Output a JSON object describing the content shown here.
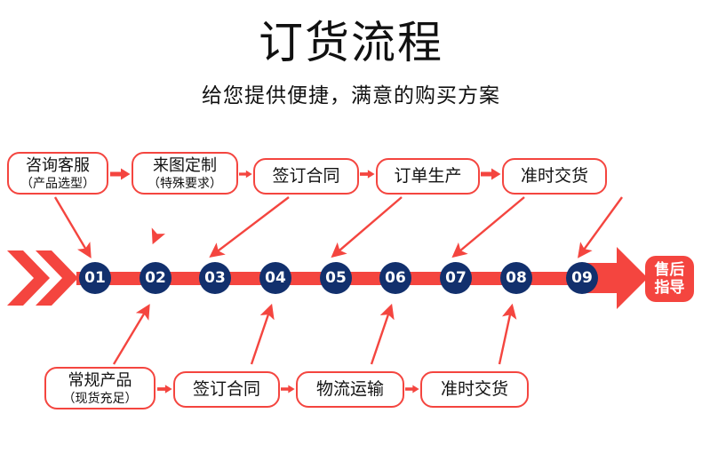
{
  "header": {
    "title": "订货流程",
    "subtitle": "给您提供便捷，满意的购买方案"
  },
  "colors": {
    "accent_red": "#f4453f",
    "node_navy": "#12306d",
    "text": "#111111",
    "background": "#ffffff"
  },
  "top_row": {
    "steps": [
      {
        "main": "咨询客服",
        "sub": "（产品选型）"
      },
      {
        "main": "来图定制",
        "sub": "（特殊要求）"
      },
      {
        "main": "签订合同",
        "sub": ""
      },
      {
        "main": "订单生产",
        "sub": ""
      },
      {
        "main": "准时交货",
        "sub": ""
      }
    ]
  },
  "bottom_row": {
    "steps": [
      {
        "main": "常规产品",
        "sub": "（现货充足）"
      },
      {
        "main": "签订合同",
        "sub": ""
      },
      {
        "main": "物流运输",
        "sub": ""
      },
      {
        "main": "准时交货",
        "sub": ""
      }
    ]
  },
  "spine": {
    "nodes": [
      "01",
      "02",
      "03",
      "04",
      "05",
      "06",
      "07",
      "08",
      "09"
    ],
    "end_badge_line1": "售后",
    "end_badge_line2": "指导"
  }
}
